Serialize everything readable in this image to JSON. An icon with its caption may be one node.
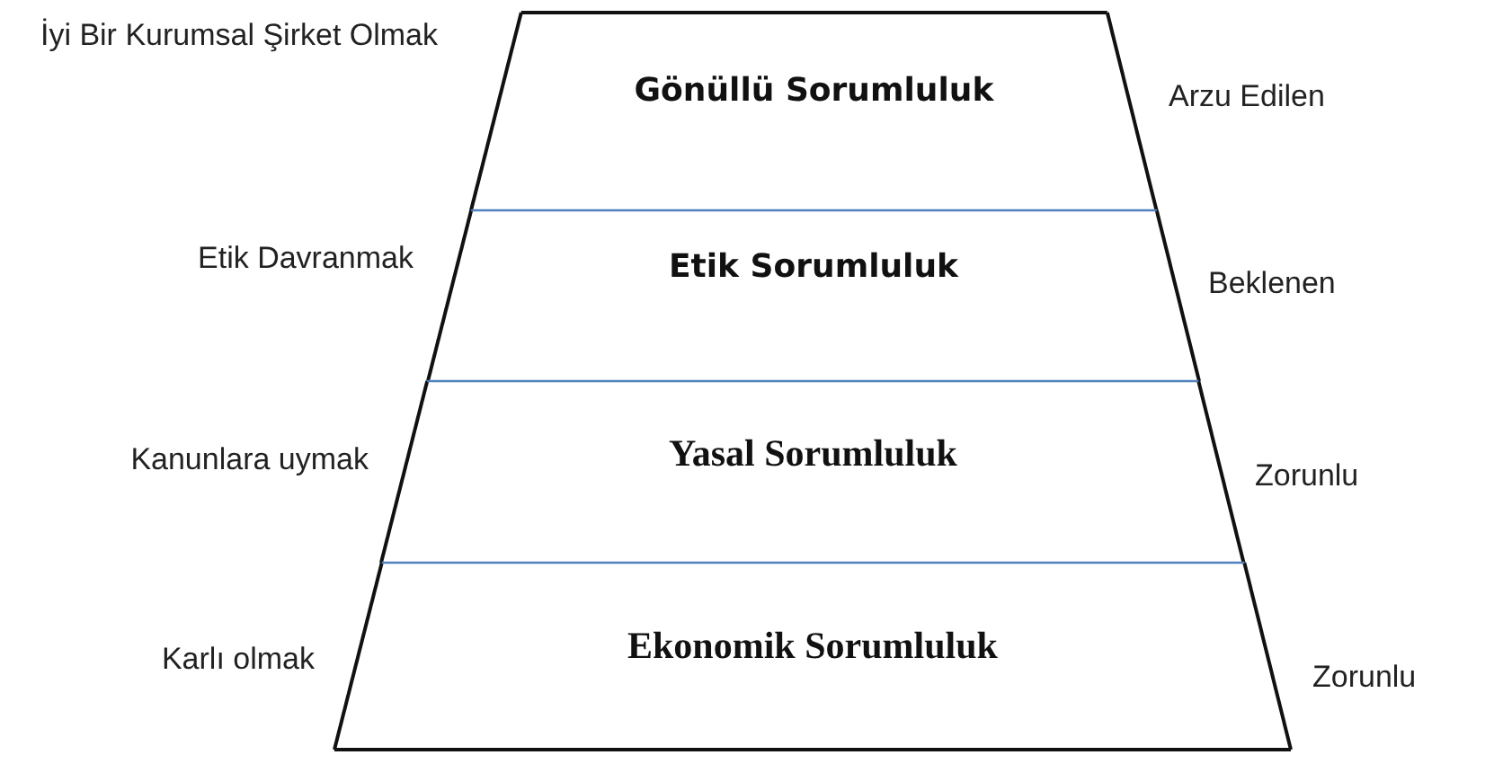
{
  "diagram": {
    "nodes": [
      {
        "text": [
          "Gönüllü Sorumluluk"
        ],
        "beside": [
          "İyi Bir Kurumsal Şirket Olmak",
          "Arzu Edilen"
        ]
      },
      {
        "text": [
          "Etik Sorumluluk"
        ],
        "beside": [
          "Etik Davranmak",
          "Beklenen"
        ]
      },
      {
        "text": [
          "Yasal Sorumluluk"
        ],
        "beside": [
          "Kanunlara uymak",
          "Zorunlu"
        ]
      },
      {
        "text": [
          "Ekonomik Sorumluluk"
        ],
        "beside": [
          "Karlı olmak",
          "Zorunlu"
        ]
      }
    ]
  }
}
